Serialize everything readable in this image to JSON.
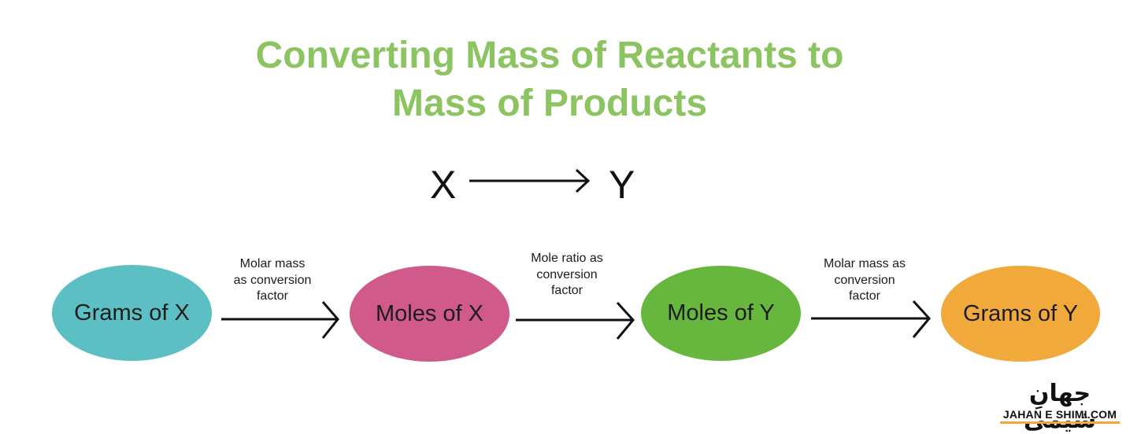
{
  "title": {
    "line1": "Converting Mass of Reactants to",
    "line2": "Mass of Products"
  },
  "reaction": {
    "reactant": "X",
    "product": "Y"
  },
  "steps": [
    {
      "label": "Grams of X",
      "color": "#5bbfc4"
    },
    {
      "label": "Moles of X",
      "color": "#d05b8b"
    },
    {
      "label": "Moles of Y",
      "color": "#67b73e"
    },
    {
      "label": "Grams of Y",
      "color": "#f2a93b"
    }
  ],
  "conversions": [
    {
      "label": "Molar mass\nas conversion\nfactor"
    },
    {
      "label": "Mole ratio as\nconversion\nfactor"
    },
    {
      "label": "Molar mass as\nconversion\nfactor"
    }
  ],
  "logo": {
    "text_fa": "جهانِ شیمی",
    "text_en": "JAHAN E SHIMI.COM"
  },
  "colors": {
    "title": "#8cc461",
    "arrow": "#111111",
    "logo_accent": "#f2a93b"
  }
}
